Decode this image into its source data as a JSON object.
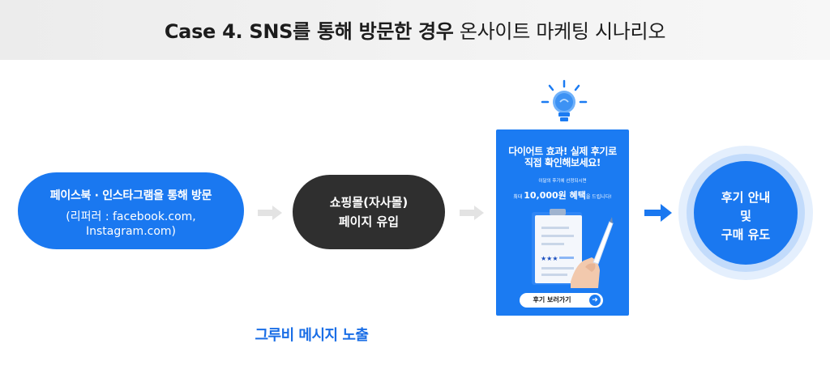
{
  "header": {
    "title_bold": "Case 4. SNS를 통해 방문한 경우",
    "title_rest": "온사이트 마케팅 시나리오"
  },
  "step_sns": {
    "line1": "페이스북 · 인스타그램을 통해 방문",
    "line2": "(리퍼러 : facebook.com,",
    "line3": "Instagram.com)"
  },
  "step_mall": {
    "line1": "쇼핑몰(자사몰)",
    "line2": "페이지 유입"
  },
  "banner": {
    "headline1": "다이어트 효과! 실제 후기로",
    "headline2": "직접 확인해보세요!",
    "small1": "이달의 후기에 선정되시면",
    "small2_prefix": "최대",
    "small2_amount": "10,000원 혜택",
    "small2_suffix": "을 드립니다!",
    "cta": "후기 보러가기",
    "cta_icon": "arrow-right-icon"
  },
  "banner_caption": "그루비 메시지 노출",
  "step_guide": {
    "line1": "후기 안내",
    "line2": "및",
    "line3": "구매 유도"
  },
  "icons": {
    "bulb": "lightbulb-icon",
    "arrow": "chevron-arrow-icon"
  },
  "colors": {
    "blue": "#1a78f0",
    "dark": "#2f2f2f",
    "grey_arrow": "#e3e3e3",
    "caption": "#1a6ee6"
  }
}
